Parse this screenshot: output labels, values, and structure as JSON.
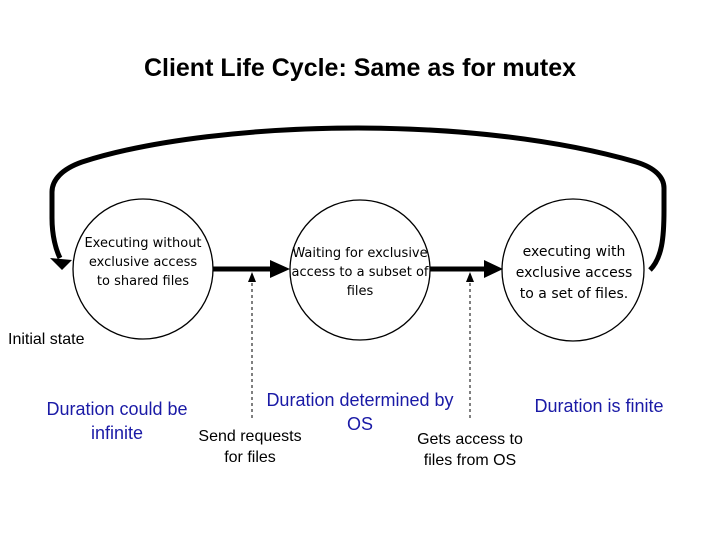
{
  "title": "Client Life Cycle: Same as for mutex",
  "states": [
    "Executing without exclusive access to shared files",
    "Waiting for exclusive access to a subset of files",
    "executing with exclusive access to a set of files."
  ],
  "initial_state_label": "Initial state",
  "transitions": [
    "Send requests for files",
    "Gets access to files from OS"
  ],
  "durations": [
    "Duration could be infinite",
    "Duration determined by OS",
    "Duration is finite"
  ],
  "colors": {
    "duration_text": "#1a1aa6",
    "line": "#000000"
  }
}
